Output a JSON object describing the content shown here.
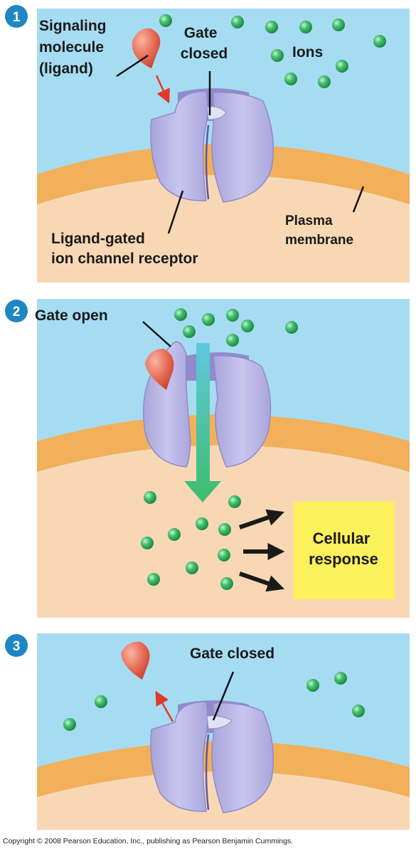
{
  "panels": [
    {
      "step": "1",
      "labels": {
        "signaling": [
          "Signaling",
          "molecule",
          "(ligand)"
        ],
        "gate": [
          "Gate",
          "closed"
        ],
        "ions": "Ions",
        "membrane": [
          "Plasma",
          "membrane"
        ],
        "receptor": [
          "Ligand-gated",
          "ion channel receptor"
        ]
      }
    },
    {
      "step": "2",
      "labels": {
        "gate": "Gate open",
        "response": [
          "Cellular",
          "response"
        ]
      }
    },
    {
      "step": "3",
      "labels": {
        "gate": "Gate closed"
      }
    }
  ],
  "footer": {
    "copyright": "Copyright © 2008 Pearson Education, Inc., publishing as Pearson Benjamin Cummings."
  },
  "colors": {
    "extracellular": "#a6dcf2",
    "membrane": "#f2b05a",
    "cytoplasm": "#f8d8b4",
    "receptor": "#b9b6e4",
    "ion": "#3eb86a",
    "ligand": "#e8705a",
    "step_badge": "#1f86c4",
    "flow_arrow": "#4cc08a",
    "response_box": "#fbf15a"
  }
}
